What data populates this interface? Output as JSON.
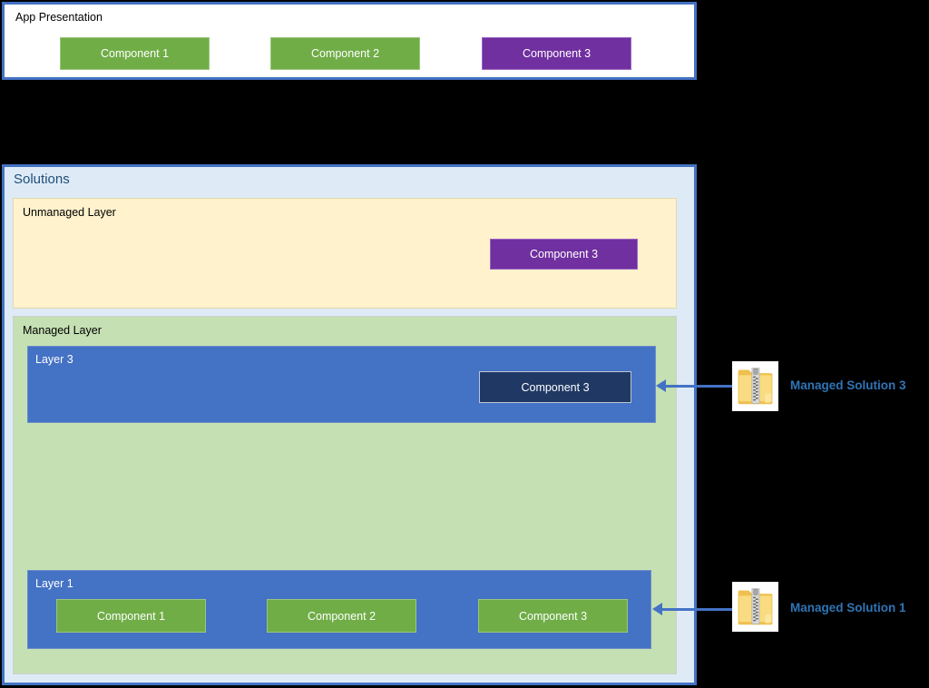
{
  "colors": {
    "background": "#000000",
    "component_green": "#70AD47",
    "component_purple": "#7030A0",
    "component_navy": "#1F3864",
    "layer_blue": "#4472C4",
    "unmanaged_cream": "#FFF2CC",
    "managed_light_green": "#C5E0B3",
    "solutions_light_blue": "#DEEBF7",
    "border_blue": "#4472C4",
    "solutions_title_blue": "#1F4E79",
    "annotation_label_blue": "#2E75B6",
    "folder_yellow": "#F7D978"
  },
  "app_presentation": {
    "title": "App Presentation",
    "components": [
      {
        "label": "Component 1",
        "type": "green"
      },
      {
        "label": "Component 2",
        "type": "green"
      },
      {
        "label": "Component 3",
        "type": "purple"
      }
    ]
  },
  "solutions": {
    "title": "Solutions",
    "unmanaged_layer": {
      "title": "Unmanaged Layer",
      "components": [
        {
          "label": "Component 3",
          "type": "purple"
        }
      ]
    },
    "managed_layer": {
      "title": "Managed Layer",
      "layers": [
        {
          "title": "Layer 3",
          "components": [
            {
              "label": "Component 3",
              "type": "navy"
            }
          ]
        },
        {
          "title": "Layer 1",
          "components": [
            {
              "label": "Component 1",
              "type": "green"
            },
            {
              "label": "Component 2",
              "type": "green"
            },
            {
              "label": "Component 3",
              "type": "green"
            }
          ]
        }
      ]
    }
  },
  "annotations": [
    {
      "label": "Managed Solution 3",
      "icon": "zipped-folder-icon",
      "points_to": "Layer 3"
    },
    {
      "label": "Managed Solution 1",
      "icon": "zipped-folder-icon",
      "points_to": "Layer 1"
    }
  ]
}
